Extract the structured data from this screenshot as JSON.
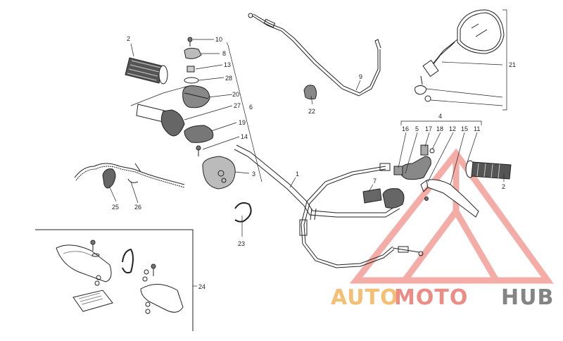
{
  "labels": {
    "n1": "1",
    "n2a": "2",
    "n2b": "2",
    "n3": "3",
    "n4": "4",
    "n5": "5",
    "n6": "6",
    "n7": "7",
    "n8": "8",
    "n9": "9",
    "n10": "10",
    "n11": "11",
    "n12": "12",
    "n13": "13",
    "n14": "14",
    "n15": "15",
    "n16": "16",
    "n17": "17",
    "n18": "18",
    "n19": "19",
    "n20": "20",
    "n21": "21",
    "n22": "22",
    "n23": "23",
    "n24": "24",
    "n25": "25",
    "n26": "26",
    "n27": "27",
    "n28": "28"
  },
  "watermark": {
    "part1": "AUTO",
    "part2": "MOTO",
    "part3": "HUB"
  },
  "colors": {
    "line": "#222222",
    "watermark_red": "#e8483c",
    "watermark_orange": "#f3b35b",
    "watermark_gray": "#6f6f6f"
  }
}
